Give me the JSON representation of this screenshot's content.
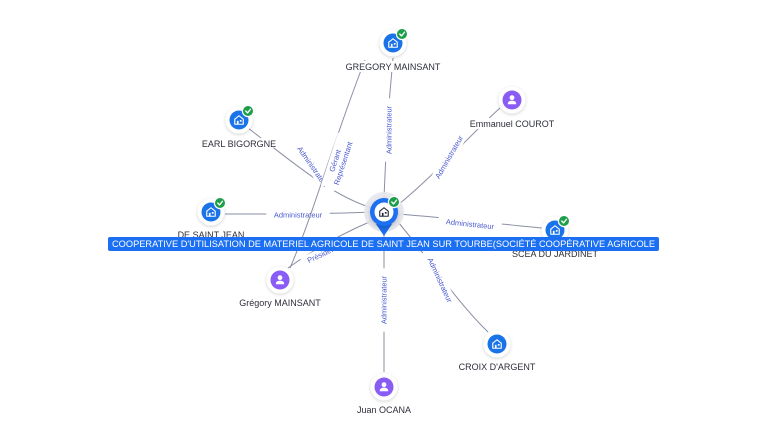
{
  "colors": {
    "company": "#1a73e8",
    "person": "#8a5cf6",
    "check": "#1e9e4a",
    "edge": "#8a8fa3",
    "edge_label": "#4a5ad0",
    "center_label_bg": "#1b6ff2"
  },
  "center": {
    "label": "COOPERATIVE D'UTILISATION DE MATERIEL AGRICOLE DE SAINT JEAN SUR TOURBE(SOCIÉTÉ COOPÉRATIVE AGRICOLE",
    "icon": "building-icon",
    "verified": true
  },
  "nodes": [
    {
      "id": "gregory-mainsant-company",
      "kind": "company",
      "label": "GREGORY MAINSANT",
      "verified": true
    },
    {
      "id": "earl-bigorgne",
      "kind": "company",
      "label": "EARL BIGORGNE",
      "verified": true
    },
    {
      "id": "emmanuel-courot",
      "kind": "person",
      "label": "Emmanuel COUROT",
      "verified": false
    },
    {
      "id": "de-saint-jean",
      "kind": "company",
      "label": "DE SAINT JEAN",
      "verified": true
    },
    {
      "id": "scea-du-jardinet",
      "kind": "company",
      "label": "SCEA DU JARDINET",
      "verified": true
    },
    {
      "id": "gregory-mainsant-person",
      "kind": "person",
      "label": "Grégory MAINSANT",
      "verified": false
    },
    {
      "id": "croix-d-argent",
      "kind": "company",
      "label": "CROIX D'ARGENT",
      "verified": false
    },
    {
      "id": "juan-ocana",
      "kind": "person",
      "label": "Juan OCANA",
      "verified": false
    }
  ],
  "edges": [
    {
      "from": "gregory-mainsant-company",
      "label": "Administrateur"
    },
    {
      "from": "earl-bigorgne",
      "label": "Administrateur"
    },
    {
      "from": "emmanuel-courot",
      "label": "Administrateur"
    },
    {
      "from": "de-saint-jean",
      "label": "Administrateur"
    },
    {
      "from": "scea-du-jardinet",
      "label": "Administrateur"
    },
    {
      "from": "gregory-mainsant-person",
      "label": "Président"
    },
    {
      "from": "croix-d-argent",
      "label": "Administrateur"
    },
    {
      "from": "juan-ocana",
      "label": "Administrateur"
    },
    {
      "from": "gregory-mainsant-person",
      "label": "Gérant Représentant"
    }
  ]
}
